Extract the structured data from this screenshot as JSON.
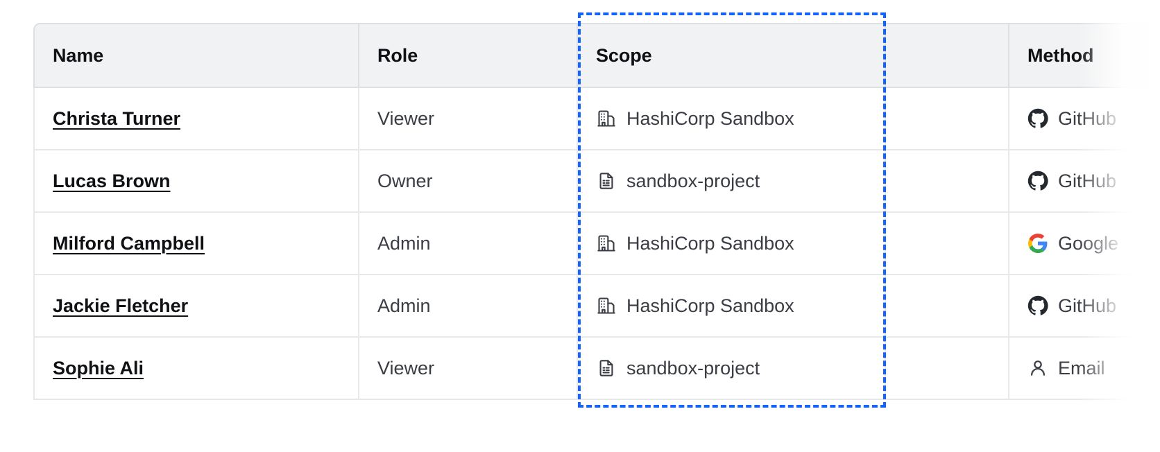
{
  "table": {
    "columns": [
      {
        "key": "name",
        "label": "Name"
      },
      {
        "key": "role",
        "label": "Role"
      },
      {
        "key": "scope",
        "label": "Scope"
      },
      {
        "key": "blank",
        "label": ""
      },
      {
        "key": "method",
        "label": "Method"
      }
    ],
    "rows": [
      {
        "name": "Christa Turner",
        "role": "Viewer",
        "scope": "HashiCorp Sandbox",
        "scope_icon": "organization-building-icon",
        "method": "GitHub",
        "method_icon": "github-icon"
      },
      {
        "name": "Lucas Brown",
        "role": "Owner",
        "scope": "sandbox-project",
        "scope_icon": "project-document-icon",
        "method": "GitHub",
        "method_icon": "github-icon"
      },
      {
        "name": "Milford Campbell",
        "role": "Admin",
        "scope": "HashiCorp Sandbox",
        "scope_icon": "organization-building-icon",
        "method": "Google",
        "method_icon": "google-icon"
      },
      {
        "name": "Jackie Fletcher",
        "role": "Admin",
        "scope": "HashiCorp Sandbox",
        "scope_icon": "organization-building-icon",
        "method": "GitHub",
        "method_icon": "github-icon"
      },
      {
        "name": "Sophie Ali",
        "role": "Viewer",
        "scope": "sandbox-project",
        "scope_icon": "project-document-icon",
        "method": "Email",
        "method_icon": "user-person-icon"
      }
    ]
  },
  "highlight": {
    "target_column": "Scope",
    "color": "#1563ff",
    "style": "dashed"
  },
  "colors": {
    "header_background": "#f1f2f3",
    "header_text": "#0f1115",
    "body_text": "#3b3d45",
    "border": "#e7e8ea",
    "link_text": "#0f1115",
    "highlight": "#1563ff",
    "google_blue": "#4285f4",
    "google_red": "#ea4335",
    "google_yellow": "#fbbc05",
    "google_green": "#34a853",
    "github_dark": "#24292f"
  }
}
